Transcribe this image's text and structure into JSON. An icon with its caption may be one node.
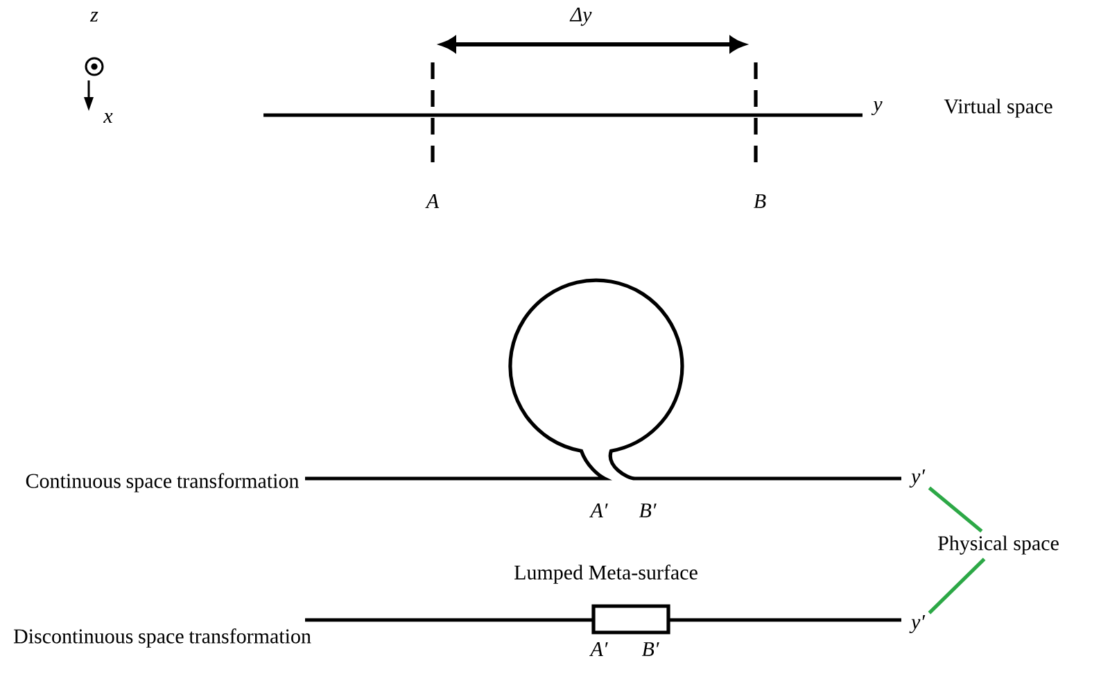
{
  "diagram": {
    "nodes": [
      {
        "text": [
          "y′"
        ]
      },
      {
        "text": [
          "y′"
        ]
      },
      {
        "text": [
          "Physical space"
        ]
      }
    ],
    "edges": [
      {
        "from": 2,
        "to": 0,
        "arrow": "none",
        "color": "#2ca846"
      },
      {
        "from": 2,
        "to": 1,
        "arrow": "none",
        "color": "#2ca846"
      }
    ],
    "labels": [
      "z",
      "Δy",
      "x",
      "y",
      "Virtual space",
      "A",
      "B",
      "Continuous space transformation",
      "A′",
      "B′",
      "Lumped Meta-surface",
      "Discontinuous space transformation",
      "A′",
      "B′"
    ]
  }
}
